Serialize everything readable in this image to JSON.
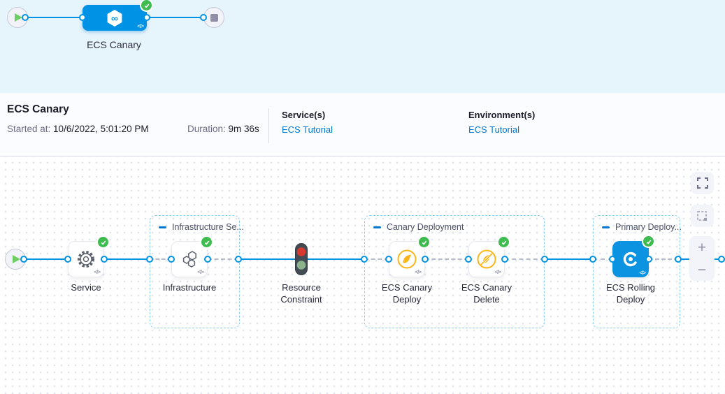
{
  "stage_overview": {
    "stage_name": "ECS Canary",
    "code_icon": "</>"
  },
  "summary_bar": {
    "title": "ECS Canary",
    "started_label": "Started at:",
    "started_value": " 10/6/2022, 5:01:20 PM",
    "duration_label": "Duration:",
    "duration_value": " 9m 36s",
    "services_label": "Service(s)",
    "services_link": "ECS Tutorial",
    "environments_label": "Environment(s)",
    "environments_link": "ECS Tutorial"
  },
  "execution_graph": {
    "code_icon": "</>",
    "groups": [
      {
        "label": "Infrastructure Se..."
      },
      {
        "label": "Canary Deployment"
      },
      {
        "label": "Primary Deploy..."
      }
    ],
    "nodes": [
      {
        "label": "Service",
        "icon": "gear-icon",
        "status": "success"
      },
      {
        "label": "Infrastructure",
        "icon": "infrastructure-icon",
        "status": "success"
      },
      {
        "label": "Resource Constraint",
        "icon": "traffic-light-icon",
        "status": "running-queue"
      },
      {
        "label": "ECS Canary Deploy",
        "icon": "canary-deploy-icon",
        "status": "success"
      },
      {
        "label": "ECS Canary Delete",
        "icon": "canary-delete-icon",
        "status": "success"
      },
      {
        "label": "ECS Rolling Deploy",
        "icon": "ecs-rolling-deploy-icon",
        "status": "success"
      }
    ]
  },
  "canvas_controls": {
    "zoom_in": "+",
    "zoom_out": "−"
  },
  "colors": {
    "accent_blue": "#0092e4",
    "link_blue": "#0278d5",
    "success_green": "#3ebc4f",
    "canary_yellow": "#fcb519",
    "header_bg": "#e6f4fb",
    "traffic_red": "#d8392e",
    "traffic_green": "#8cb48b",
    "line_dash_gray": "#b7b9cc"
  }
}
